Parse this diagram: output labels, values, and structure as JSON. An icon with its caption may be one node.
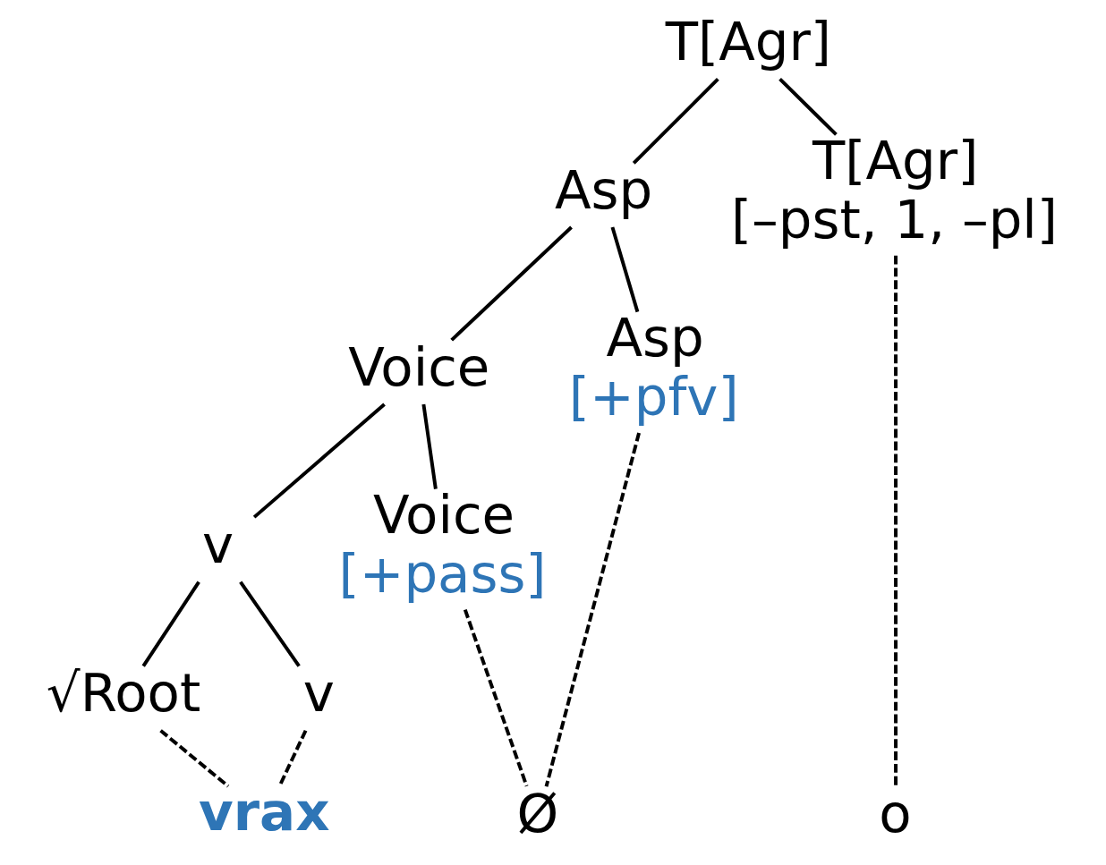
{
  "diagram": {
    "nodes": [
      {
        "text": [
          "T[Agr]"
        ]
      },
      {
        "text": [
          "Asp"
        ]
      },
      {
        "text": [
          "T[Agr]",
          "[–pst, 1, –pl]"
        ]
      },
      {
        "text": [
          "Voice"
        ]
      },
      {
        "text": [
          "Asp",
          "[+pfv]"
        ]
      },
      {
        "text": [
          "v"
        ]
      },
      {
        "text": [
          "Voice",
          "[+pass]"
        ]
      },
      {
        "text": [
          "√Root"
        ]
      },
      {
        "text": [
          "v"
        ]
      },
      {
        "text": [
          "vrax"
        ]
      },
      {
        "text": [
          "Ø"
        ]
      },
      {
        "text": [
          "o"
        ]
      }
    ],
    "edges": [
      {
        "from": 0,
        "to": 1,
        "arrow": "none"
      },
      {
        "from": 0,
        "to": 2,
        "arrow": "none"
      },
      {
        "from": 1,
        "to": 3,
        "arrow": "none"
      },
      {
        "from": 1,
        "to": 4,
        "arrow": "none"
      },
      {
        "from": 3,
        "to": 5,
        "arrow": "none"
      },
      {
        "from": 3,
        "to": 6,
        "arrow": "none"
      },
      {
        "from": 5,
        "to": 7,
        "arrow": "none"
      },
      {
        "from": 5,
        "to": 8,
        "arrow": "none"
      },
      {
        "from": 7,
        "to": 9,
        "arrow": "none",
        "style": "dashed"
      },
      {
        "from": 8,
        "to": 9,
        "arrow": "none",
        "style": "dashed"
      },
      {
        "from": 6,
        "to": 10,
        "arrow": "none",
        "style": "dashed"
      },
      {
        "from": 4,
        "to": 10,
        "arrow": "none",
        "style": "dashed"
      },
      {
        "from": 2,
        "to": 11,
        "arrow": "none",
        "style": "dashed"
      }
    ]
  }
}
